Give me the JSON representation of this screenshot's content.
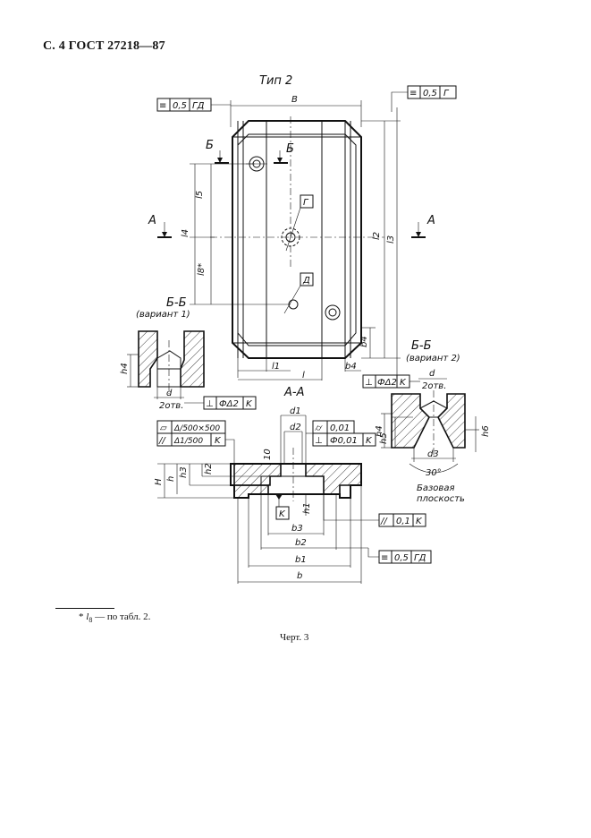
{
  "header": {
    "text": "С. 4 ГОСТ 27218—87"
  },
  "drawing": {
    "title": "Тип 2",
    "labels": {
      "B": "B",
      "section_B": "Б",
      "section_A": "A",
      "G": "Г",
      "D": "Д",
      "l5": "l5",
      "l4": "l4",
      "l8": "l8*",
      "l2": "l2",
      "l3": "l3",
      "b4": "b4",
      "l1": "l1",
      "l": "l",
      "AA": "A-A",
      "BB": "Б-Б",
      "variant1": "(вариант 1)",
      "variant2": "(вариант 2)",
      "h4": "h4",
      "h5": "h5",
      "h6": "h6",
      "d": "d",
      "two_holes": "2отв.",
      "d1": "d1",
      "d2": "d2",
      "d3": "d3",
      "ten": "10",
      "H": "H",
      "h": "h",
      "h3": "h3",
      "h2": "h2",
      "h1": "h1",
      "K": "K",
      "b": "b",
      "b1": "b1",
      "b2": "b2",
      "b3": "b3",
      "angle": "30°",
      "base1": "Базовая",
      "base2": "плоскость"
    },
    "frames": {
      "sym_GD_top": {
        "sym": "≡",
        "val": "0,5",
        "ref": "ГД"
      },
      "sym_G_top": {
        "sym": "≡",
        "val": "0,5",
        "ref": "Г"
      },
      "perp_1": {
        "sym": "⊥",
        "val": "ФΔ2",
        "ref": "K"
      },
      "perp_2": {
        "sym": "⊥",
        "val": "ФΔ2",
        "ref": "K"
      },
      "flat": {
        "sym": "▱",
        "val": "Δ/500×500",
        "ref": ""
      },
      "par": {
        "sym": "//",
        "val": "Δ1/500",
        "ref": "K"
      },
      "cyl1": {
        "sym": "⌭",
        "val": "0,01",
        "ref": ""
      },
      "perp_3": {
        "sym": "⊥",
        "val": "Ф0,01",
        "ref": "K"
      },
      "par_01": {
        "sym": "//",
        "val": "0,1",
        "ref": "K"
      },
      "sym_GD_bot": {
        "sym": "≡",
        "val": "0,5",
        "ref": "ГД"
      }
    }
  },
  "footnote": {
    "marker": "*",
    "symbol": "l",
    "subscript": "8",
    "text": " — по табл. 2."
  },
  "caption": "Черт. 3"
}
